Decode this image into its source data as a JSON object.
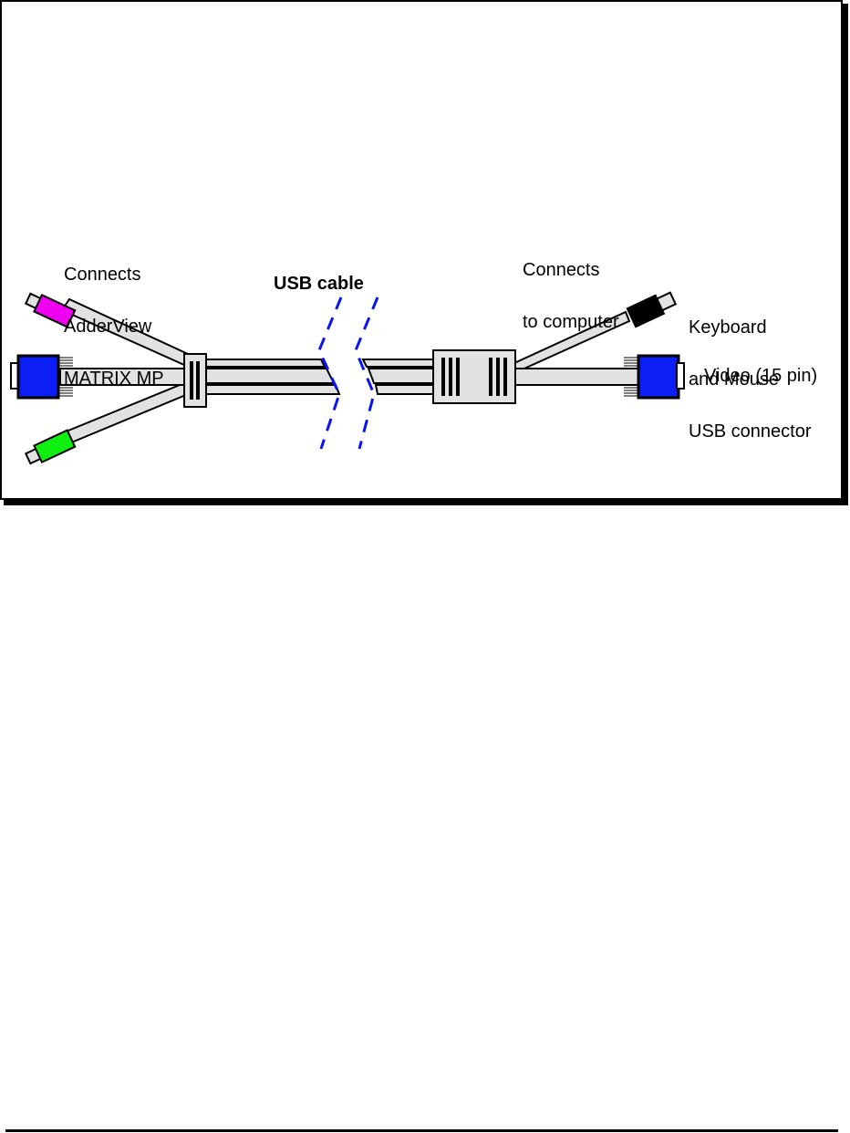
{
  "figure": {
    "labels": {
      "left_connects": [
        "Connects",
        "AdderView",
        "MATRIX MP"
      ],
      "usb_cable": "USB cable",
      "right_connects": [
        "Connects",
        "to computer"
      ],
      "keyboard_mouse": [
        "Keyboard",
        "and Mouse",
        "USB connector"
      ],
      "video": "Video (15 pin)"
    },
    "colors": {
      "cable": "#e2e2e2",
      "video_connector": "#0a1ef5",
      "ps2_top_connector": "#f000f0",
      "ps2_bottom_connector": "#10f010",
      "usb_connector": "#000000",
      "break_lines": "#0a14f0",
      "plug_tip": "#e2e2e2"
    }
  }
}
